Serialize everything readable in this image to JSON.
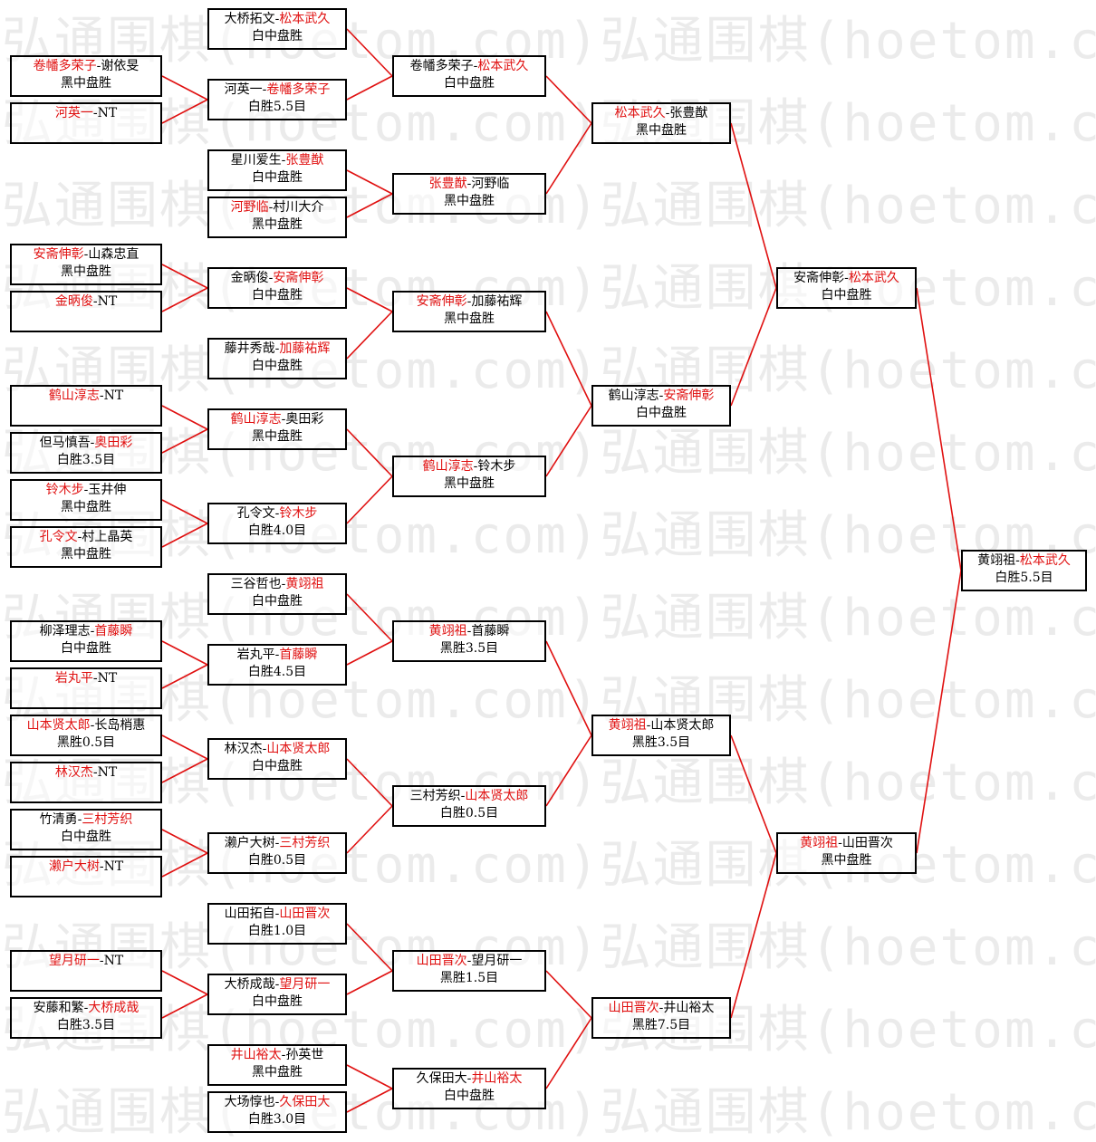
{
  "watermark": {
    "text": "弘通围棋(hoetom.com)"
  },
  "colors": {
    "winner": "#e01010",
    "line": "#e01010",
    "border": "#000000"
  },
  "matches": [
    {
      "id": "r1-1",
      "p1": "卷幡多荣子",
      "p2": "谢依旻",
      "result": "黑中盘胜",
      "winner": 1
    },
    {
      "id": "r1-2",
      "p1": "河英一",
      "p2": "NT",
      "result": "",
      "winner": 1
    },
    {
      "id": "r1-3",
      "p1": "安斋伸彰",
      "p2": "山森忠直",
      "result": "黑中盘胜",
      "winner": 1
    },
    {
      "id": "r1-4",
      "p1": "金昞俊",
      "p2": "NT",
      "result": "",
      "winner": 1
    },
    {
      "id": "r1-5",
      "p1": "鹤山淳志",
      "p2": "NT",
      "result": "",
      "winner": 1
    },
    {
      "id": "r1-6",
      "p1": "但马慎吾",
      "p2": "奥田彩",
      "result": "白胜3.5目",
      "winner": 2
    },
    {
      "id": "r1-7",
      "p1": "铃木步",
      "p2": "玉井伸",
      "result": "黑中盘胜",
      "winner": 1
    },
    {
      "id": "r1-8",
      "p1": "孔令文",
      "p2": "村上晶英",
      "result": "黑中盘胜",
      "winner": 1
    },
    {
      "id": "r1-9",
      "p1": "柳泽理志",
      "p2": "首藤瞬",
      "result": "白中盘胜",
      "winner": 2
    },
    {
      "id": "r1-10",
      "p1": "岩丸平",
      "p2": "NT",
      "result": "",
      "winner": 1
    },
    {
      "id": "r1-11",
      "p1": "山本贤太郎",
      "p2": "长岛梢惠",
      "result": "黑胜0.5目",
      "winner": 1
    },
    {
      "id": "r1-12",
      "p1": "林汉杰",
      "p2": "NT",
      "result": "",
      "winner": 1
    },
    {
      "id": "r1-13",
      "p1": "竹清勇",
      "p2": "三村芳织",
      "result": "白中盘胜",
      "winner": 2
    },
    {
      "id": "r1-14",
      "p1": "濑户大树",
      "p2": "NT",
      "result": "",
      "winner": 1
    },
    {
      "id": "r1-15",
      "p1": "望月研一",
      "p2": "NT",
      "result": "",
      "winner": 1
    },
    {
      "id": "r1-16",
      "p1": "安藤和繁",
      "p2": "大桥成哉",
      "result": "白胜3.5目",
      "winner": 2
    },
    {
      "id": "r2-1",
      "p1": "大桥拓文",
      "p2": "松本武久",
      "result": "白中盘胜",
      "winner": 2
    },
    {
      "id": "r2-2",
      "p1": "河英一",
      "p2": "卷幡多荣子",
      "result": "白胜5.5目",
      "winner": 2
    },
    {
      "id": "r2-3",
      "p1": "星川爱生",
      "p2": "张豊猷",
      "result": "白中盘胜",
      "winner": 2
    },
    {
      "id": "r2-4",
      "p1": "河野临",
      "p2": "村川大介",
      "result": "黑中盘胜",
      "winner": 1
    },
    {
      "id": "r2-5",
      "p1": "金昞俊",
      "p2": "安斋伸彰",
      "result": "白中盘胜",
      "winner": 2
    },
    {
      "id": "r2-6",
      "p1": "藤井秀哉",
      "p2": "加藤祐辉",
      "result": "白中盘胜",
      "winner": 2
    },
    {
      "id": "r2-7",
      "p1": "鹤山淳志",
      "p2": "奥田彩",
      "result": "黑中盘胜",
      "winner": 1
    },
    {
      "id": "r2-8",
      "p1": "孔令文",
      "p2": "铃木步",
      "result": "白胜4.0目",
      "winner": 2
    },
    {
      "id": "r2-9",
      "p1": "三谷哲也",
      "p2": "黄翊祖",
      "result": "白中盘胜",
      "winner": 2
    },
    {
      "id": "r2-10",
      "p1": "岩丸平",
      "p2": "首藤瞬",
      "result": "白胜4.5目",
      "winner": 2
    },
    {
      "id": "r2-11",
      "p1": "林汉杰",
      "p2": "山本贤太郎",
      "result": "白中盘胜",
      "winner": 2
    },
    {
      "id": "r2-12",
      "p1": "濑户大树",
      "p2": "三村芳织",
      "result": "白胜0.5目",
      "winner": 2
    },
    {
      "id": "r2-13",
      "p1": "山田拓自",
      "p2": "山田晋次",
      "result": "白胜1.0目",
      "winner": 2
    },
    {
      "id": "r2-14",
      "p1": "大桥成哉",
      "p2": "望月研一",
      "result": "白中盘胜",
      "winner": 2
    },
    {
      "id": "r2-15",
      "p1": "井山裕太",
      "p2": "孙英世",
      "result": "黑中盘胜",
      "winner": 1
    },
    {
      "id": "r2-16",
      "p1": "大场惇也",
      "p2": "久保田大",
      "result": "白胜3.0目",
      "winner": 2
    },
    {
      "id": "r3-1",
      "p1": "卷幡多荣子",
      "p2": "松本武久",
      "result": "白中盘胜",
      "winner": 2
    },
    {
      "id": "r3-2",
      "p1": "张豊猷",
      "p2": "河野临",
      "result": "黑中盘胜",
      "winner": 1
    },
    {
      "id": "r3-3",
      "p1": "安斋伸彰",
      "p2": "加藤祐辉",
      "result": "黑中盘胜",
      "winner": 1
    },
    {
      "id": "r3-4",
      "p1": "鹤山淳志",
      "p2": "铃木步",
      "result": "黑中盘胜",
      "winner": 1
    },
    {
      "id": "r3-5",
      "p1": "黄翊祖",
      "p2": "首藤瞬",
      "result": "黑胜3.5目",
      "winner": 1
    },
    {
      "id": "r3-6",
      "p1": "三村芳织",
      "p2": "山本贤太郎",
      "result": "白胜0.5目",
      "winner": 2
    },
    {
      "id": "r3-7",
      "p1": "山田晋次",
      "p2": "望月研一",
      "result": "黑胜1.5目",
      "winner": 1
    },
    {
      "id": "r3-8",
      "p1": "久保田大",
      "p2": "井山裕太",
      "result": "白中盘胜",
      "winner": 2
    },
    {
      "id": "r4-1",
      "p1": "松本武久",
      "p2": "张豊猷",
      "result": "黑中盘胜",
      "winner": 1
    },
    {
      "id": "r4-2",
      "p1": "鹤山淳志",
      "p2": "安斋伸彰",
      "result": "白中盘胜",
      "winner": 2
    },
    {
      "id": "r4-3",
      "p1": "黄翊祖",
      "p2": "山本贤太郎",
      "result": "黑胜3.5目",
      "winner": 1
    },
    {
      "id": "r4-4",
      "p1": "山田晋次",
      "p2": "井山裕太",
      "result": "黑胜7.5目",
      "winner": 1
    },
    {
      "id": "r5-1",
      "p1": "安斋伸彰",
      "p2": "松本武久",
      "result": "白中盘胜",
      "winner": 2
    },
    {
      "id": "r5-2",
      "p1": "黄翊祖",
      "p2": "山田晋次",
      "result": "黑中盘胜",
      "winner": 1
    },
    {
      "id": "final",
      "p1": "黄翊祖",
      "p2": "松本武久",
      "result": "白胜5.5目",
      "winner": 2
    }
  ]
}
